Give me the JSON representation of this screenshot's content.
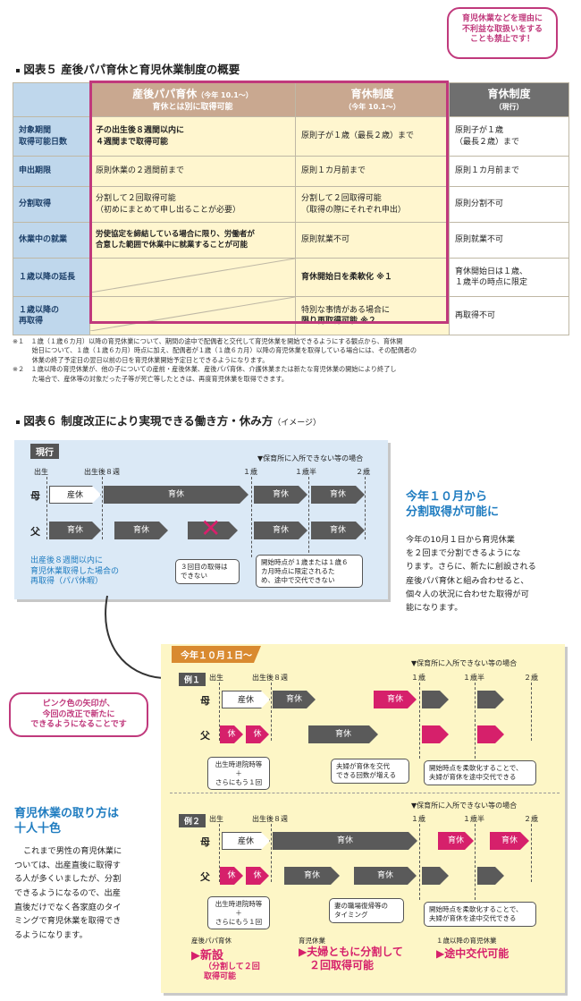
{
  "fig5": {
    "title": "図表５ 産後パパ育休と育児休業制度の概要",
    "bubble": [
      "育児休業などを理由に",
      "不利益な取扱いをする",
      "ことも禁止です！"
    ],
    "col1_title": "産後パパ育休",
    "col1_note": "（今年 10.1～）",
    "col1_sub": "育休とは別に取得可能",
    "col2_title": "育休制度",
    "col2_note": "（今年 10.1～）",
    "col3_title": "育休制度",
    "col3_note": "（現行）",
    "rows": [
      {
        "h": [
          "対象期間",
          "取得可能日数"
        ],
        "c1": [
          "子の出生後８週間以内に",
          "４週間まで取得可能"
        ],
        "c2": [
          "原則子が１歳（最長２歳）まで"
        ],
        "c3": [
          "原則子が１歳",
          "（最長２歳）まで"
        ]
      },
      {
        "h": [
          "申出期限"
        ],
        "c1": [
          "原則休業の２週間前まで"
        ],
        "c2": [
          "原則１カ月前まで"
        ],
        "c3": [
          "原則１カ月前まで"
        ]
      },
      {
        "h": [
          "分割取得"
        ],
        "c1": [
          "分割して２回取得可能",
          "（初めにまとめて申し出ることが必要）"
        ],
        "c2": [
          "分割して２回取得可能",
          "（取得の際にそれぞれ申出）"
        ],
        "c3": [
          "原則分割不可"
        ]
      },
      {
        "h": [
          "休業中の就業"
        ],
        "c1": [
          "労使協定を締結している場合に限り、労働者が",
          "合意した範囲で休業中に就業することが可能"
        ],
        "c2": [
          "原則就業不可"
        ],
        "c3": [
          "原則就業不可"
        ]
      },
      {
        "h": [
          "１歳以降の延長"
        ],
        "c1": [],
        "c2": [
          "育休開始日を柔軟化 ※１"
        ],
        "c3": [
          "育休開始日は１歳、",
          "１歳半の時点に限定"
        ]
      },
      {
        "h": [
          "１歳以降の",
          "再取得"
        ],
        "c1": [],
        "c2": [
          "特別な事情がある場合に",
          "限り再取得可能 ※２"
        ],
        "c3": [
          "再取得不可"
        ]
      }
    ],
    "note1": [
      "※１　１歳（１歳６カ月）以降の育児休業について、期間の途中で配偶者と交代して育児休業を開始できるようにする観点から、育休開",
      "　　　始日について、１歳（１歳６カ月）時点に加え、配偶者が１歳（１歳６カ月）以降の育児休業を取得している場合には、その配偶者の",
      "　　　休業の終了予定日の翌日以前の日を育児休業開始予定日とできるようになります。"
    ],
    "note2": [
      "※２　１歳以降の育児休業が、他の子についての産前・産後休業、産後パパ育休、介護休業または新たな育児休業の開始により終了し",
      "　　　た場合で、産休等の対象だった子等が死亡等したときは、再度育児休業を取得できます。"
    ]
  },
  "fig6": {
    "title": "図表６ 制度改正により実現できる働き方・休み方",
    "title_note": "（イメージ）",
    "current_tag": "現行",
    "nursery": "保育所に入所できない等の場合",
    "birth": "出生",
    "w8": "出生後８週",
    "y1": "１歳",
    "y15": "１歳半",
    "y2": "２歳",
    "mother": "母",
    "father": "父",
    "sankyu": "産休",
    "ikukyu": "育休",
    "kyu": "休",
    "papa_note": [
      "出産後８週間以内に",
      "育児休業取得した場合の",
      "再取得（パパ休暇）"
    ],
    "note_third": [
      "３回目の取得は",
      "できない"
    ],
    "note_limit": [
      "開始時点が１歳または１歳６",
      "カ月時点に限定されるた",
      "め、途中で交代できない"
    ],
    "side_title": [
      "今年１０月から",
      "分割取得が可能に"
    ],
    "side_text": [
      "今年の10月１日から育児休業",
      "を２回まで分割できるようにな",
      "ります。さらに、新たに創設される",
      "産後パパ育休と組み合わせると、",
      "個々人の状況に合わせた取得が可",
      "能になります。"
    ],
    "new_tag": "今年１０月１日～",
    "pink_bubble": [
      "ピンク色の矢印が、",
      "今回の改正で新たに",
      "できるようになることです"
    ],
    "ex1": "例１",
    "ex2": "例２",
    "note_discharge": [
      "出生時退院時等",
      "＋",
      "さらにもう１回"
    ],
    "note_couple": [
      "夫婦が育休を交代",
      "できる回数が増える"
    ],
    "note_flex": [
      "開始時点を柔軟化することで、",
      "夫婦が育休を途中交代できる"
    ],
    "note_return": [
      "妻の職場復帰等の",
      "タイミング"
    ],
    "left_title": [
      "育児休業の取り方は",
      "十人十色"
    ],
    "left_text": [
      "これまで男性の育児休業に",
      "ついては、出産直後に取得す",
      "る人が多くいましたが、分割",
      "できるようになるので、出産",
      "直後だけでなく各家庭のタイ",
      "ミングで育児休業を取得でき",
      "るようになります。"
    ],
    "b1_small": "産後パパ育休",
    "b1_big": "▶新設",
    "b1_sub": [
      "（分割して２回",
      "取得可能"
    ],
    "b2_small": "育児休業",
    "b2_big": [
      "▶夫婦ともに分割して",
      "２回取得可能"
    ],
    "b3_small": "１歳以降の育児休業",
    "b3_big": "▶途中交代可能"
  },
  "colors": {
    "pink": "#d6206b",
    "frame": "#c0397c",
    "gray_arrow": "#5a5a5a",
    "blue_text": "#1f7cc0",
    "panel_blue": "#dbe9f6",
    "panel_yellow": "#fdf6c6"
  }
}
